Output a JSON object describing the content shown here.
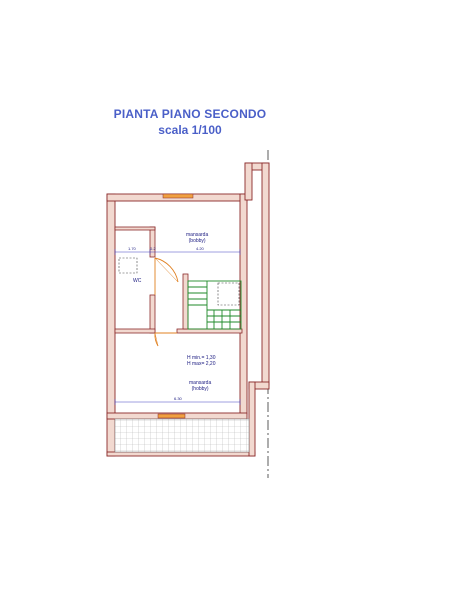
{
  "title": {
    "line1": "PIANTA PIANO SECONDO",
    "line2": "scala 1/100"
  },
  "rooms": {
    "upper": {
      "name": "mansarda",
      "sub": "(bobby)"
    },
    "wc": {
      "name": "WC"
    },
    "lower": {
      "name": "mansarda",
      "sub": "(hobby)"
    }
  },
  "heights": {
    "hmin": "H min.= 1,30",
    "hmax": "H max= 2,20"
  },
  "dimensions": {
    "upper_width": "4.20",
    "wc_width": "1.70",
    "wc_door": "0.2",
    "lower_width": "6.30"
  },
  "colors": {
    "wall_fill": "#f2d9d0",
    "wall_stroke": "#8b2a2a",
    "window": "#f0a040",
    "stair": "#1f8a2a",
    "door": "#e08020",
    "dim_line": "#4040c0",
    "title": "#4a5fc8"
  }
}
